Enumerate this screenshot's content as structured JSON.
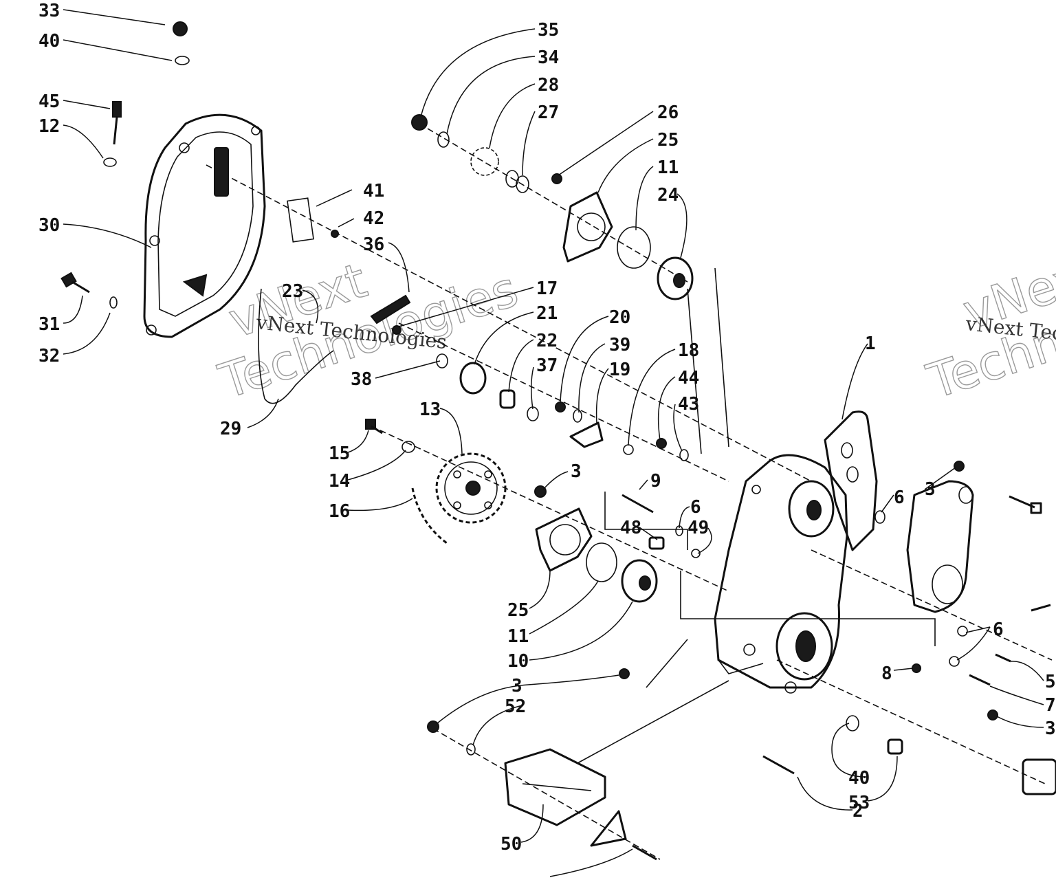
{
  "watermark": {
    "line1": "vNext",
    "line2": "Technologies",
    "caption": "vNext Technologies"
  },
  "callouts": [
    {
      "id": "c33",
      "label": "33"
    },
    {
      "id": "c40a",
      "label": "40"
    },
    {
      "id": "c45",
      "label": "45"
    },
    {
      "id": "c12",
      "label": "12"
    },
    {
      "id": "c30",
      "label": "30"
    },
    {
      "id": "c31",
      "label": "31"
    },
    {
      "id": "c32",
      "label": "32"
    },
    {
      "id": "c29",
      "label": "29"
    },
    {
      "id": "c23",
      "label": "23"
    },
    {
      "id": "c41",
      "label": "41"
    },
    {
      "id": "c42",
      "label": "42"
    },
    {
      "id": "c36",
      "label": "36"
    },
    {
      "id": "c35",
      "label": "35"
    },
    {
      "id": "c34",
      "label": "34"
    },
    {
      "id": "c28",
      "label": "28"
    },
    {
      "id": "c27",
      "label": "27"
    },
    {
      "id": "c26",
      "label": "26"
    },
    {
      "id": "c25a",
      "label": "25"
    },
    {
      "id": "c11a",
      "label": "11"
    },
    {
      "id": "c24",
      "label": "24"
    },
    {
      "id": "c17",
      "label": "17"
    },
    {
      "id": "c21",
      "label": "21"
    },
    {
      "id": "c22",
      "label": "22"
    },
    {
      "id": "c38",
      "label": "38"
    },
    {
      "id": "c37",
      "label": "37"
    },
    {
      "id": "c20",
      "label": "20"
    },
    {
      "id": "c39",
      "label": "39"
    },
    {
      "id": "c19",
      "label": "19"
    },
    {
      "id": "c18",
      "label": "18"
    },
    {
      "id": "c44",
      "label": "44"
    },
    {
      "id": "c43",
      "label": "43"
    },
    {
      "id": "c1",
      "label": "1"
    },
    {
      "id": "c13",
      "label": "13"
    },
    {
      "id": "c15",
      "label": "15"
    },
    {
      "id": "c14",
      "label": "14"
    },
    {
      "id": "c16",
      "label": "16"
    },
    {
      "id": "c3a",
      "label": "3"
    },
    {
      "id": "c9",
      "label": "9"
    },
    {
      "id": "c6a",
      "label": "6"
    },
    {
      "id": "c48",
      "label": "48"
    },
    {
      "id": "c49",
      "label": "49"
    },
    {
      "id": "c6b",
      "label": "6"
    },
    {
      "id": "c3b",
      "label": "3"
    },
    {
      "id": "c25b",
      "label": "25"
    },
    {
      "id": "c11b",
      "label": "11"
    },
    {
      "id": "c10",
      "label": "10"
    },
    {
      "id": "c3c",
      "label": "3"
    },
    {
      "id": "c52",
      "label": "52"
    },
    {
      "id": "c6c",
      "label": "6"
    },
    {
      "id": "c8",
      "label": "8"
    },
    {
      "id": "c5",
      "label": "5"
    },
    {
      "id": "c7",
      "label": "7"
    },
    {
      "id": "c3d",
      "label": "3"
    },
    {
      "id": "c40b",
      "label": "40"
    },
    {
      "id": "c53",
      "label": "53"
    },
    {
      "id": "c2",
      "label": "2"
    },
    {
      "id": "c50",
      "label": "50"
    }
  ]
}
